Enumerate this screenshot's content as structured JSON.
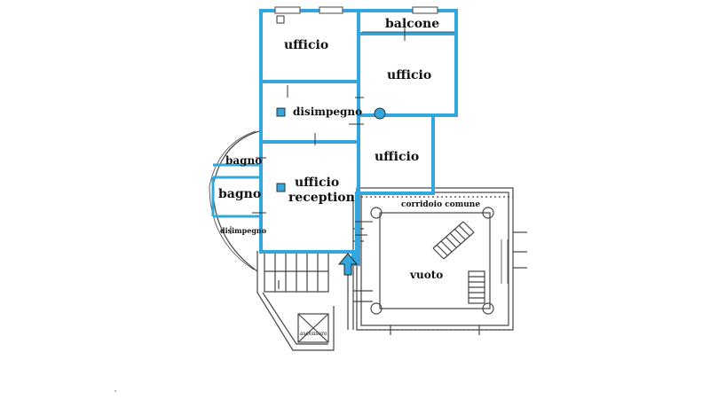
{
  "plan": {
    "colors": {
      "wall_highlight": "#33a7dd",
      "wall_existing": "#444444",
      "background": "#ffffff"
    },
    "rooms": {
      "balcone": "balcone",
      "ufficio_top_left": "ufficio",
      "ufficio_top_right": "ufficio",
      "disimpegno_main": "disimpegno",
      "ufficio_middle": "ufficio",
      "bagno_upper": "bagno",
      "bagno_lower": "bagno",
      "disimpegno_small": "disimpegno",
      "reception_line1": "ufficio",
      "reception_line2": "reception",
      "corridoio": "corridoio comune",
      "vuoto": "vuoto",
      "ascensore": "ascensore"
    },
    "icons": {
      "entrance": "arrow-up-icon"
    }
  }
}
